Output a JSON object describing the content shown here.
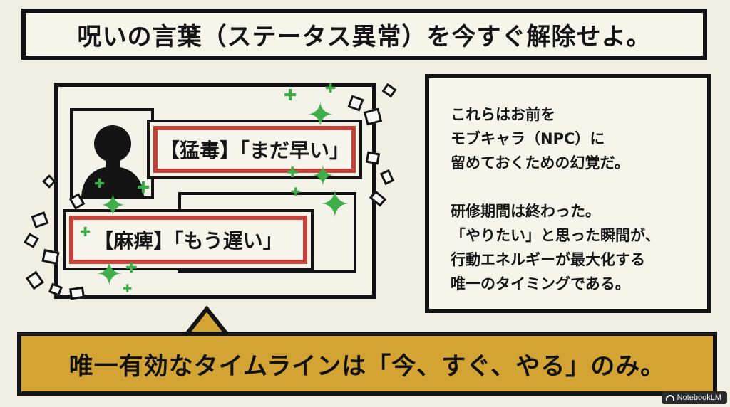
{
  "title": "呪いの言葉（ステータス異常）を今すぐ解除せよ。",
  "scene": {
    "tag_1": "【猛毒】「まだ早い」",
    "tag_2": "【麻痺】「もう遅い」"
  },
  "panel": {
    "paragraph_1": [
      "これらはお前を",
      "モブキャラ（NPC）に",
      "留めておくための幻覚だ。"
    ],
    "paragraph_2": [
      "研修期間は終わった。",
      "「やりたい」と思った瞬間が、",
      "行動エネルギーが最大化する",
      "唯一のタイミングである。"
    ]
  },
  "banner": "唯一有効なタイムラインは「今、すぐ、やる」のみ。",
  "brand": "NotebookLM",
  "colors": {
    "background": "#f1efe4",
    "outline": "#121212",
    "status_red": "#c84138",
    "banner_gold": "#d3a434",
    "sparkle_green": "#3fae4a"
  },
  "icons": [
    "silhouette-avatar-icon",
    "sparkle-icon",
    "speech-pointer-icon",
    "notebooklm-logo-icon"
  ]
}
